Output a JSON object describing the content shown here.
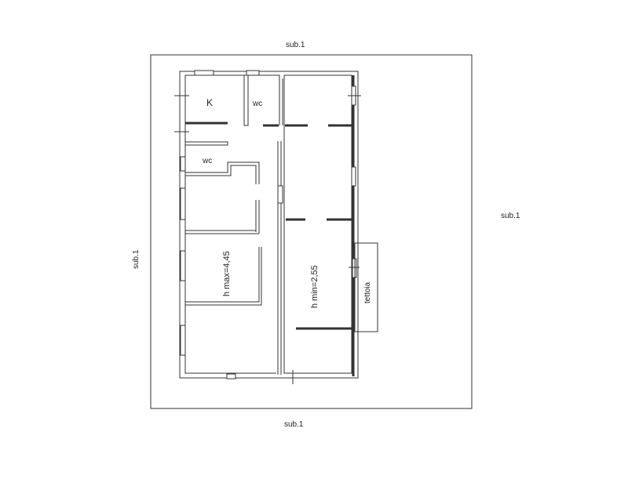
{
  "labels": {
    "top": "sub.1",
    "right": "sub.1",
    "left": "sub.1",
    "bottom": "sub.1"
  },
  "rooms": {
    "kitchen": "K",
    "wc_top": "wc",
    "wc_left": "wc",
    "h_max": "h max=4,45",
    "h_min": "h min=2,55",
    "tettoia": "tettoia"
  }
}
